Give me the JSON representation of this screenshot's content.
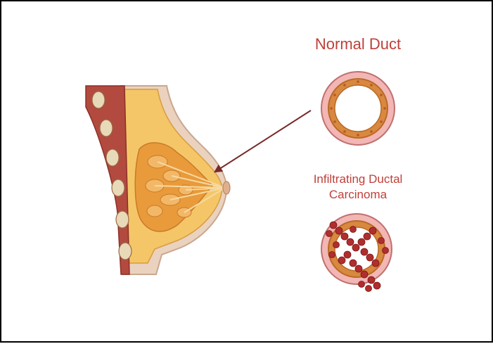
{
  "labels": {
    "normal_duct": "Normal Duct",
    "idc_line1": "Infiltrating Ductal",
    "idc_line2": "Carcinoma"
  },
  "colors": {
    "label": "#c0403a",
    "arrow": "#7a2a2a",
    "skin": "#e9cdb5",
    "fat": "#f2c46a",
    "gland": "#e79a3a",
    "muscle": "#b24a3f",
    "duct_wall": "#e8a9a7",
    "duct_cells": "#d8883f",
    "tumor": "#b02e2e"
  }
}
